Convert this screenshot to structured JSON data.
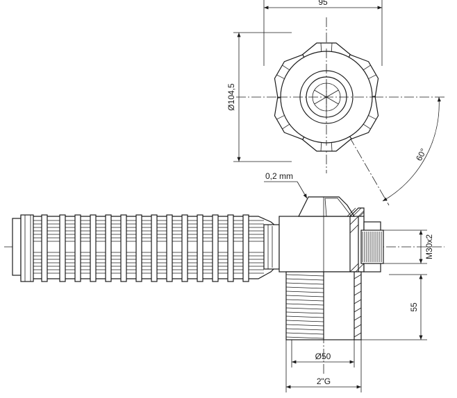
{
  "dimensions": {
    "width_top": "95",
    "diameter_top": "Ø104,5",
    "angle": "60°",
    "slot": "0,2 mm",
    "thread_small": "M30x2",
    "height_thread": "55",
    "diameter_pipe": "Ø50",
    "thread_pipe": "2\"G"
  }
}
